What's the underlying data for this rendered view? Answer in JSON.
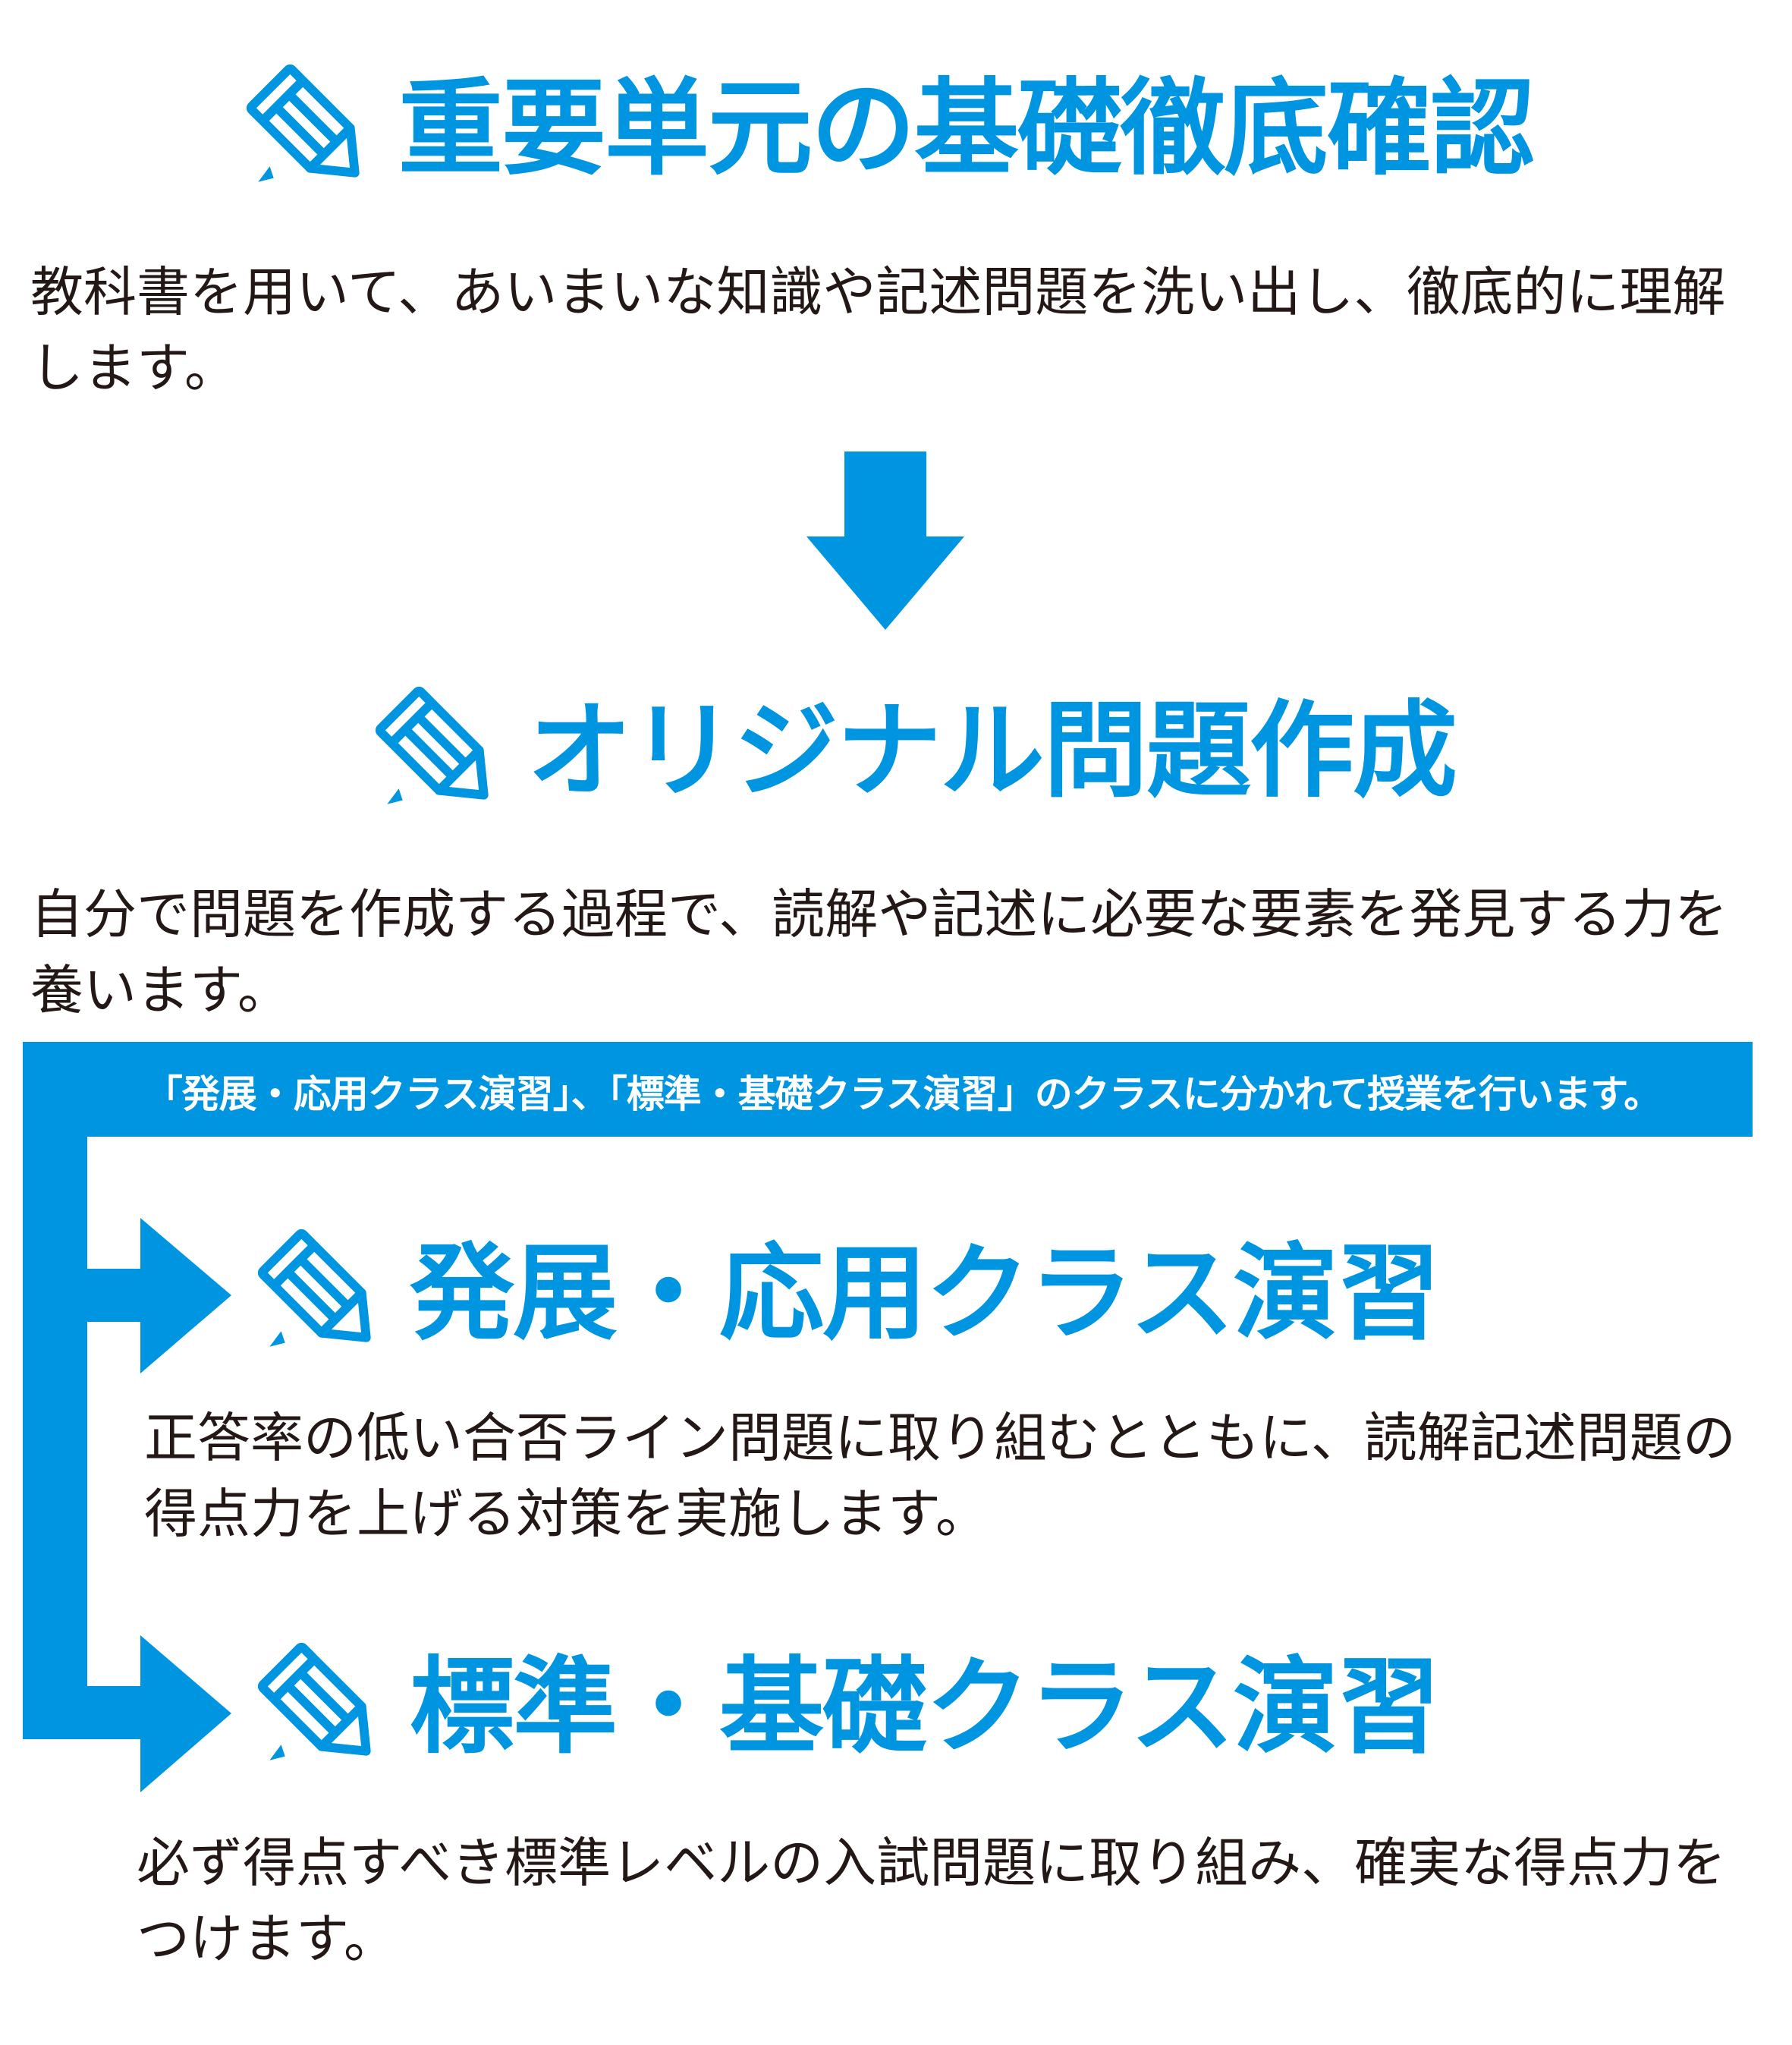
{
  "colors": {
    "accent": "#0095e0",
    "text": "#231815",
    "background": "#ffffff"
  },
  "sections": [
    {
      "title": "重要単元の基礎徹底確認",
      "body": "教科書を用いて、あいまいな知識や記述問題を洗い出し、徹底的に理解します。"
    },
    {
      "title": "オリジナル問題作成",
      "body": "自分で問題を作成する過程で、読解や記述に必要な要素を発見する力を養います。"
    }
  ],
  "banner": "「発展・応用クラス演習」、「標準・基礎クラス演習」のクラスに分かれて授業を行います。",
  "classes": [
    {
      "title": "発展・応用クラス演習",
      "body": "正答率の低い合否ライン問題に取り組むとともに、読解記述問題の得点力を上げる対策を実施します。"
    },
    {
      "title": "標準・基礎クラス演習",
      "body": "必ず得点すべき標準レベルの入試問題に取り組み、確実な得点力をつけます。"
    }
  ],
  "icons": [
    "pencil-icon",
    "arrow-down-icon",
    "arrow-right-icon"
  ]
}
